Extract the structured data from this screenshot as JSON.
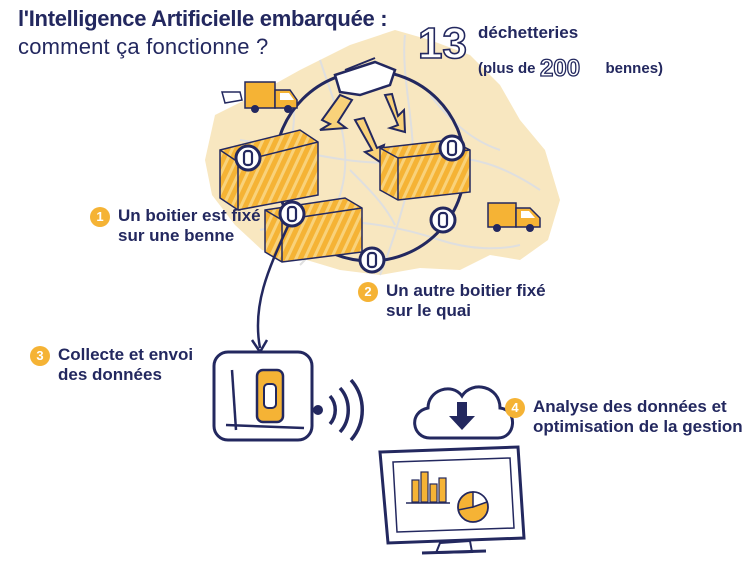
{
  "title": {
    "line1": "l'Intelligence Artificielle embarquée :",
    "line2": "comment ça fonctionne ?"
  },
  "stats": {
    "sites_number": "13",
    "sites_label": "déchetteries",
    "bins_prefix": "(plus de",
    "bins_number": "200",
    "bins_suffix": "bennes)"
  },
  "steps": [
    {
      "number": "1",
      "line1": "Un boitier est fixé",
      "line2": "sur une benne"
    },
    {
      "number": "2",
      "line1": "Un autre boitier fixé",
      "line2": "sur le quai"
    },
    {
      "number": "3",
      "line1": "Collecte et envoi",
      "line2": "des données"
    },
    {
      "number": "4",
      "line1": "Analyse des données et",
      "line2": "optimisation de la gestion"
    }
  ],
  "colors": {
    "navy": "#23285f",
    "accent_yellow": "#f5b335",
    "map_beige": "#f8e7c0",
    "white": "#ffffff"
  },
  "icons": [
    "truck-icon",
    "container-icon",
    "sensor-box-icon",
    "recycle-hand-icon",
    "wireless-signal-icon",
    "cloud-download-icon",
    "monitor-chart-icon"
  ]
}
